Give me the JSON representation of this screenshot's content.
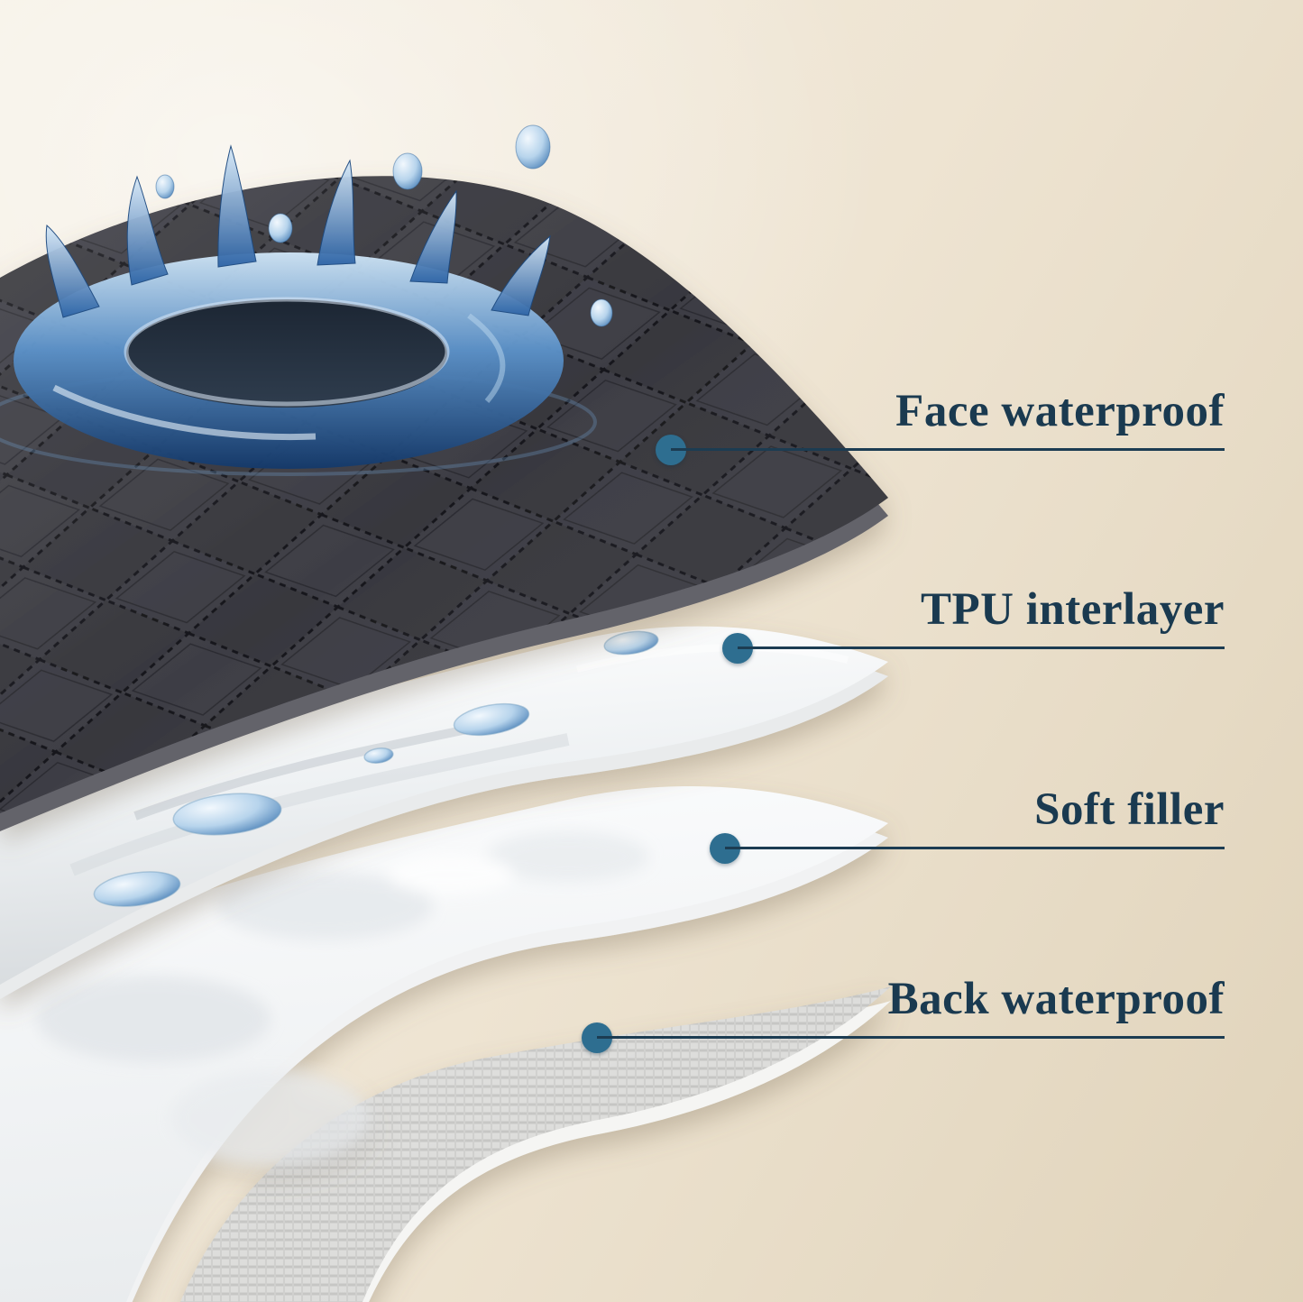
{
  "callouts": [
    {
      "label": "Face waterproof",
      "layer": "face-waterproof"
    },
    {
      "label": "TPU interlayer",
      "layer": "tpu-interlayer"
    },
    {
      "label": "Soft filler",
      "layer": "soft-filler"
    },
    {
      "label": "Back waterproof",
      "layer": "back-waterproof"
    }
  ],
  "layers": [
    {
      "name": "face-waterproof",
      "color": "#38383e"
    },
    {
      "name": "tpu-interlayer",
      "color": "#eef1f3"
    },
    {
      "name": "soft-filler",
      "color": "#f8f9fa"
    },
    {
      "name": "back-waterproof",
      "color": "#dddddb"
    }
  ],
  "style": {
    "background_start": "#f5efe3",
    "background_end": "#e0d3ba",
    "label_color": "#1a3a50",
    "line_color": "#1c3c52",
    "dot_color": "#2e6e90",
    "water_color": "#2f6aae"
  }
}
